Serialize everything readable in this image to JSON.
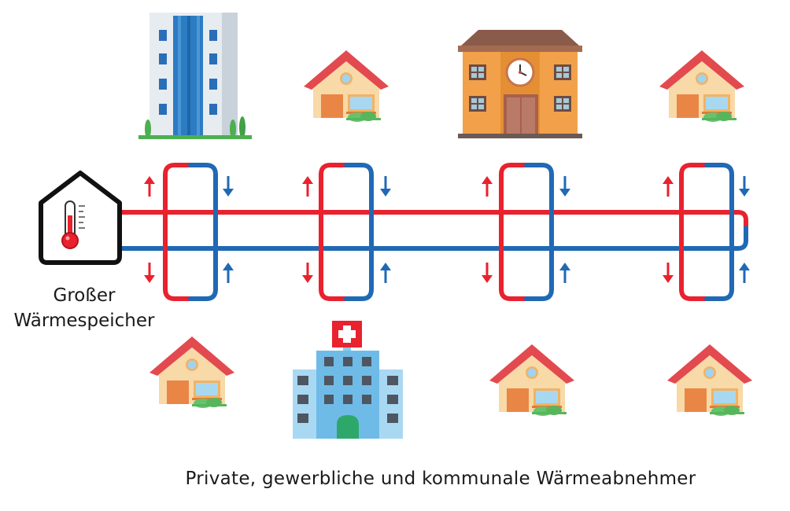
{
  "storage": {
    "label_line1": "Großer",
    "label_line2": "Wärmespeicher",
    "icon": "house-thermometer-icon"
  },
  "consumers_label": "Private, gewerbliche und kommunale Wärmeabnehmer",
  "colors": {
    "supply_pipe": "#e8222e",
    "return_pipe": "#2069b4"
  },
  "buildings_top": [
    "office-tower-icon",
    "house-icon",
    "school-clock-building-icon",
    "house-icon"
  ],
  "buildings_bottom": [
    "house-icon",
    "hospital-icon",
    "house-icon",
    "house-icon"
  ],
  "arrows": {
    "up_icon": "arrow-up-icon",
    "down_icon": "arrow-down-icon"
  }
}
